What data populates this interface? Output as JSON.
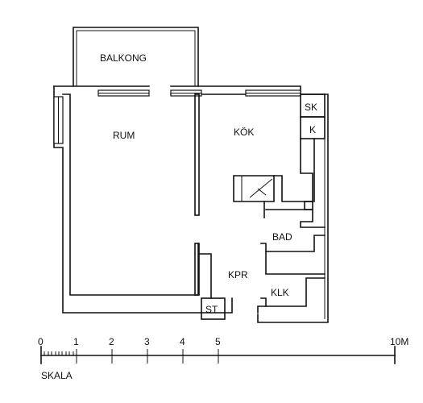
{
  "rooms": {
    "balkong": "BALKONG",
    "rum": "RUM",
    "kok": "KÖK",
    "sk": "SK",
    "k": "K",
    "bad": "BAD",
    "kpr": "KPR",
    "klk": "KLK",
    "st": "ST"
  },
  "scale": {
    "label": "SKALA",
    "ticks": [
      "0",
      "1",
      "2",
      "3",
      "4",
      "5",
      "10M"
    ]
  }
}
